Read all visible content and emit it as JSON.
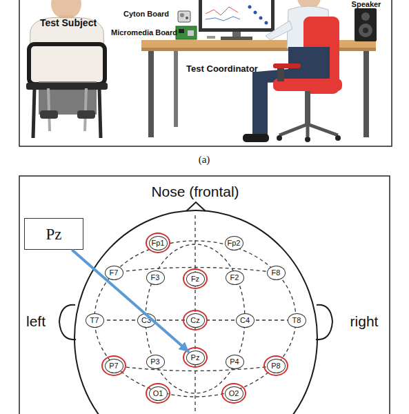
{
  "diagram": {
    "nodes": [
      {
        "text": [
          "Pz"
        ]
      },
      {
        "text": [
          "Fp1"
        ]
      },
      {
        "text": [
          "Fp2"
        ]
      },
      {
        "text": [
          "F7"
        ]
      },
      {
        "text": [
          "F3"
        ]
      },
      {
        "text": [
          "Fz"
        ]
      },
      {
        "text": [
          "F2"
        ]
      },
      {
        "text": [
          "F8"
        ]
      },
      {
        "text": [
          "T7"
        ]
      },
      {
        "text": [
          "C3"
        ]
      },
      {
        "text": [
          "Cz"
        ]
      },
      {
        "text": [
          "C4"
        ]
      },
      {
        "text": [
          "T8"
        ]
      },
      {
        "text": [
          "P7"
        ]
      },
      {
        "text": [
          "P3"
        ]
      },
      {
        "text": [
          "Pz"
        ]
      },
      {
        "text": [
          "P4"
        ]
      },
      {
        "text": [
          "P8"
        ]
      },
      {
        "text": [
          "O1"
        ]
      },
      {
        "text": [
          "O2"
        ]
      }
    ],
    "edges": [
      {
        "from": 0,
        "to": 15,
        "arrow": "to"
      }
    ],
    "labels": [
      "Test Subject",
      "Cyton Board",
      "Micromedia Board",
      "Test Coordinator",
      "Speaker",
      "(a)",
      "Nose (frontal)",
      "left",
      "right"
    ]
  }
}
